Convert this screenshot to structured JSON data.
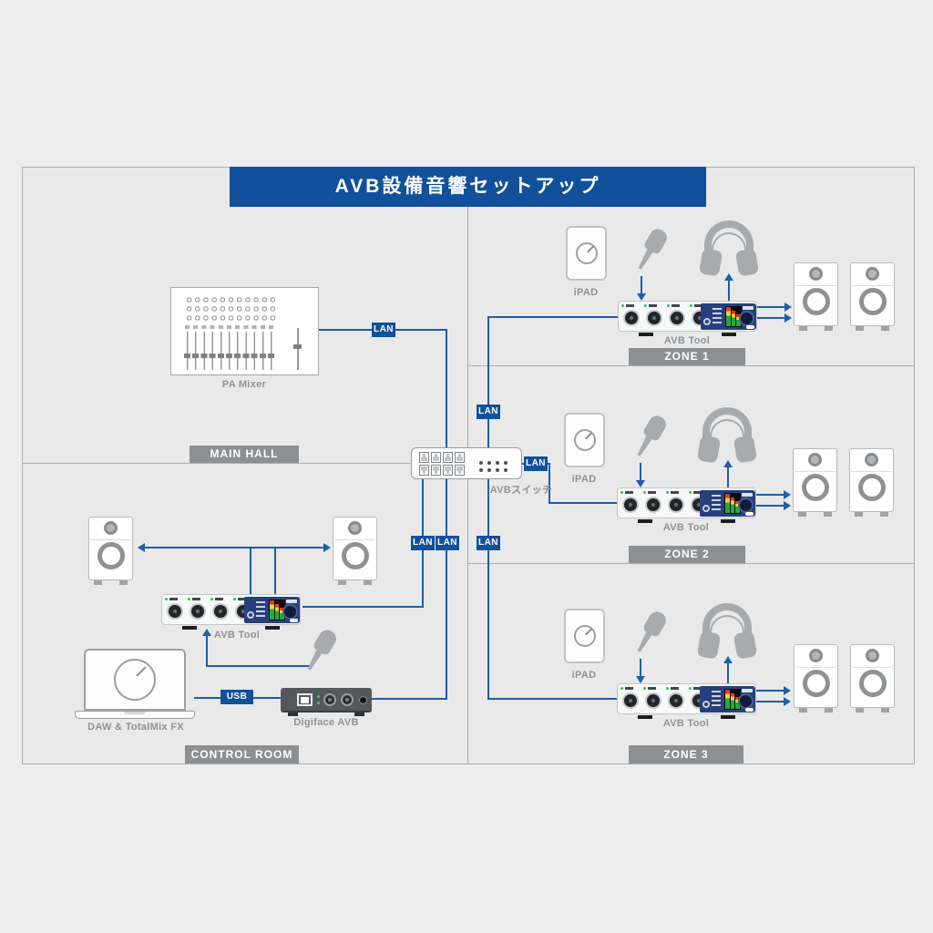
{
  "title": "AVB設備音響セットアップ",
  "badges": {
    "lan": "LAN",
    "usb": "USB"
  },
  "sections": {
    "main_hall": "MAIN HALL",
    "control_room": "CONTROL ROOM"
  },
  "zones": [
    {
      "label": "ZONE 1"
    },
    {
      "label": "ZONE 2"
    },
    {
      "label": "ZONE 3"
    }
  ],
  "devices": {
    "pa_mixer": "PA Mixer",
    "avb_switch": "AVBスイッチ",
    "avb_tool": "AVB Tool",
    "ipad": "iPAD",
    "daw": "DAW & TotalMix FX",
    "digiface": "Digiface AVB"
  },
  "colors": {
    "title_bar": "#11519b",
    "connection_blue": "#1e5da9",
    "badge_blue": "#11519b",
    "section_bar_gray": "#8d9092",
    "background": "#e9e9ea"
  }
}
